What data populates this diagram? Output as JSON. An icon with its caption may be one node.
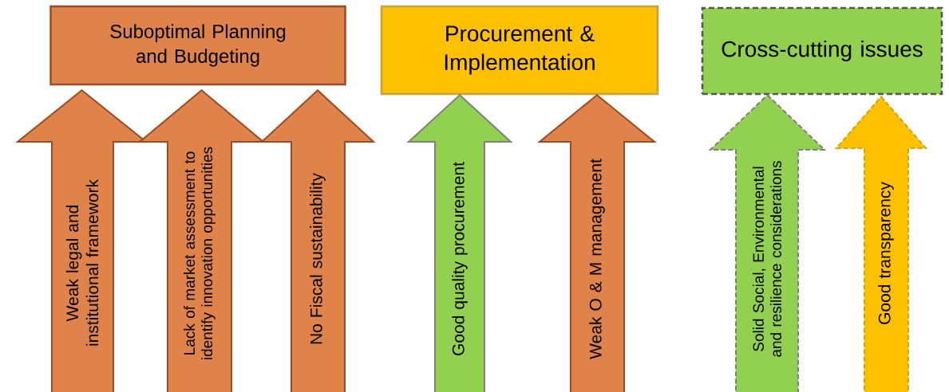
{
  "diagram": {
    "nodes": [
      {
        "text": [
          "Suboptimal Planning and Budgeting"
        ]
      },
      {
        "text": [
          "Procurement & Implementation"
        ]
      },
      {
        "text": [
          "Cross-cutting issues"
        ]
      }
    ],
    "edges": [
      {
        "from": null,
        "to": 0,
        "arrow": "to",
        "label": "Weak legal and institutional framework"
      },
      {
        "from": null,
        "to": 0,
        "arrow": "to",
        "label": "Lack of market assessment to identify innovation opportunities"
      },
      {
        "from": null,
        "to": 0,
        "arrow": "to",
        "label": "No  Fiscal sustainability"
      },
      {
        "from": null,
        "to": 1,
        "arrow": "to",
        "label": "Good quality procurement",
        "color": "#92d050"
      },
      {
        "from": null,
        "to": 1,
        "arrow": "to",
        "label": "Weak O & M management"
      },
      {
        "from": null,
        "to": 2,
        "arrow": "to",
        "label": "Solid  Social, Environmental and resilience considerations",
        "color": "#92d050",
        "style": "dashed"
      },
      {
        "from": null,
        "to": 2,
        "arrow": "to",
        "label": "Good transparency",
        "color": "#ffc000",
        "style": "dashed"
      }
    ]
  }
}
